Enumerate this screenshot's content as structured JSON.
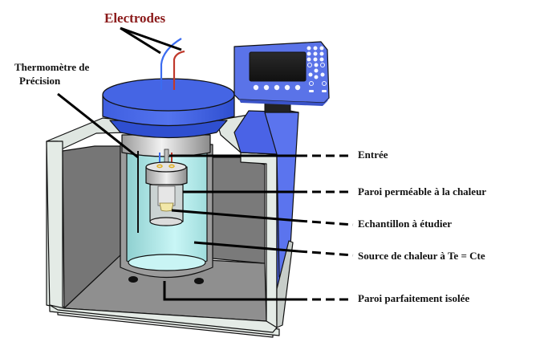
{
  "title": "Electrodes",
  "colors": {
    "title": "#8b1a1a",
    "lid_blue": "#3d5de0",
    "casing_blue": "#4a63e6",
    "device_blue": "#5a73e8",
    "water": "#b8eeee",
    "wall_gray": "#7c7c7c",
    "insulation": "#e4ebe6",
    "wire_blue": "#3b6cf0",
    "wire_red": "#c0392b"
  },
  "labels": {
    "thermometer_line1": "Thermomètre de",
    "thermometer_line2": "Précision",
    "entree": "Entrée",
    "paroi_permeable": "Paroi perméable à la chaleur",
    "echantillon": "Echantillon à étudier",
    "source_chaleur": "Source de chaleur à Te = Cte",
    "paroi_isolee": "Paroi parfaitement isolée"
  }
}
